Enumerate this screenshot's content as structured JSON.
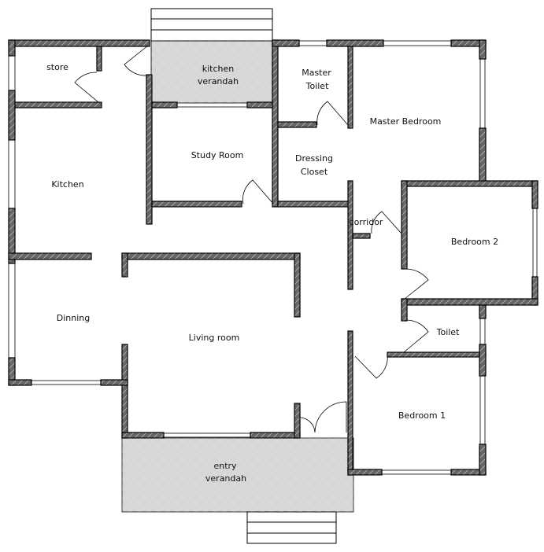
{
  "rooms": {
    "store": "store",
    "kitchen_verandah_1": "kitchen",
    "kitchen_verandah_2": "verandah",
    "master_toilet_1": "Master",
    "master_toilet_2": "Toilet",
    "master_bedroom": "Master Bedroom",
    "study_room": "Study Room",
    "dressing_closet_1": "Dressing",
    "dressing_closet_2": "Closet",
    "kitchen": "Kitchen",
    "corridor": "corridor",
    "bedroom_2": "Bedroom 2",
    "dinning": "Dinning",
    "living_room": "Living room",
    "toilet": "Toilet",
    "bedroom_1": "Bedroom 1",
    "entry_verandah_1": "entry",
    "entry_verandah_2": "verandah"
  },
  "colors": {
    "wall": "#666666",
    "outline": "#000000",
    "hatch": "#9a9a9a"
  }
}
